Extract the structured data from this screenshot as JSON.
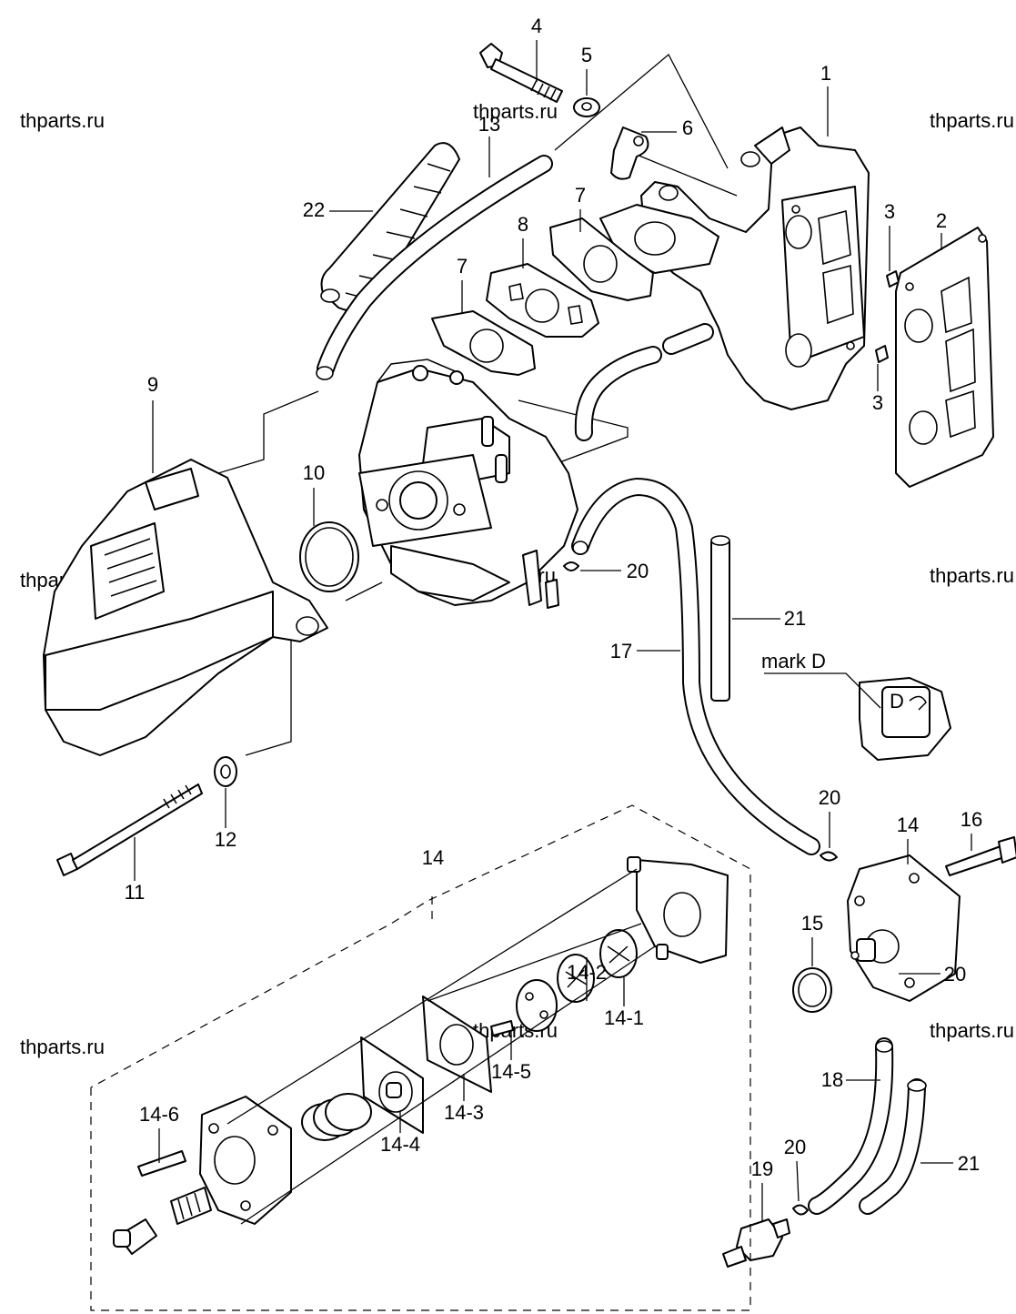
{
  "watermark": "thparts.ru",
  "mark_d": {
    "label": "mark D",
    "letter": "D"
  },
  "callouts": {
    "c1": "1",
    "c2": "2",
    "c3a": "3",
    "c3b": "3",
    "c4": "4",
    "c5": "5",
    "c6": "6",
    "c7a": "7",
    "c7b": "7",
    "c8": "8",
    "c9": "9",
    "c10": "10",
    "c11": "11",
    "c12": "12",
    "c13": "13",
    "c14a": "14",
    "c14b": "14",
    "c14_1": "14-1",
    "c14_2": "14-2",
    "c14_3": "14-3",
    "c14_4": "14-4",
    "c14_5": "14-5",
    "c14_6": "14-6",
    "c15": "15",
    "c16": "16",
    "c17": "17",
    "c18": "18",
    "c19": "19",
    "c20a": "20",
    "c20b": "20",
    "c20c": "20",
    "c20d": "20",
    "c21a": "21",
    "c21b": "21",
    "c22": "22"
  }
}
